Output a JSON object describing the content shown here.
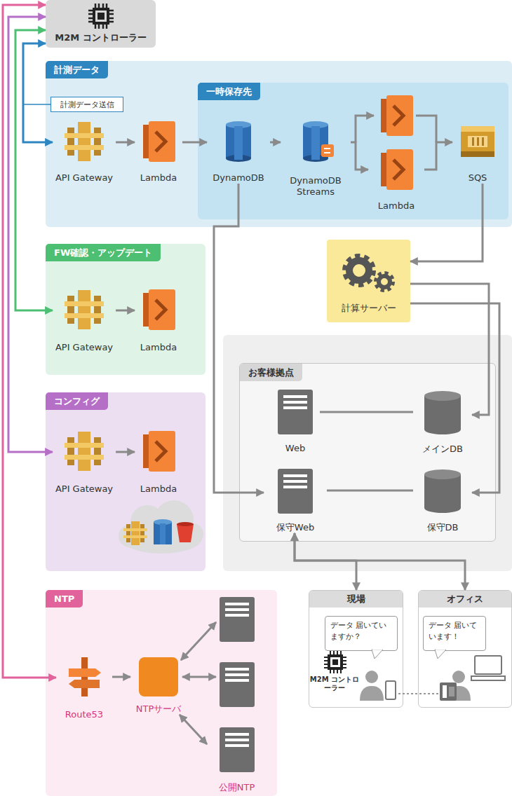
{
  "diagram": {
    "nodes": [
      {
        "text": [
          "M2M コントローラー"
        ]
      },
      {
        "text": [
          "計測データ"
        ]
      },
      {
        "text": [
          "計測データ送信"
        ],
        "in": 1
      },
      {
        "text": [
          "API Gateway"
        ],
        "in": 1
      },
      {
        "text": [
          "Lambda"
        ],
        "in": 1
      },
      {
        "text": [
          "一時保存先"
        ],
        "in": 1
      },
      {
        "text": [
          "DynamoDB"
        ],
        "in": 5
      },
      {
        "text": [
          "DynamoDB Streams"
        ],
        "in": 5
      },
      {
        "text": [
          "Lambda"
        ],
        "in": 5
      },
      {
        "text": [
          "SQS"
        ],
        "in": 5
      },
      {
        "text": [
          "FW確認・アップデート"
        ]
      },
      {
        "text": [
          "API Gateway"
        ],
        "in": 10
      },
      {
        "text": [
          "Lambda"
        ],
        "in": 10
      },
      {
        "text": [
          "コンフィグ"
        ]
      },
      {
        "text": [
          "API Gateway"
        ],
        "in": 13
      },
      {
        "text": [
          "Lambda"
        ],
        "in": 13
      },
      {
        "text": [
          "NTP"
        ]
      },
      {
        "text": [
          "Route53"
        ],
        "in": 16
      },
      {
        "text": [
          "NTPサーバ"
        ],
        "in": 16
      },
      {
        "text": [
          "公開NTP"
        ],
        "in": 16
      },
      {
        "text": [
          "計算サーバー"
        ]
      },
      {
        "text": [
          "お客様拠点"
        ]
      },
      {
        "text": [
          "Web"
        ],
        "in": 21
      },
      {
        "text": [
          "メインDB"
        ],
        "in": 21
      },
      {
        "text": [
          "保守Web"
        ],
        "in": 21
      },
      {
        "text": [
          "保守DB"
        ],
        "in": 21
      },
      {
        "text": [
          "現場"
        ]
      },
      {
        "text": [
          "データ 届いていますか？"
        ],
        "in": 26
      },
      {
        "text": [
          "オフィス"
        ]
      },
      {
        "text": [
          "データ 届いています！"
        ],
        "in": 28
      }
    ],
    "edges": [
      {
        "from": 0,
        "to": 3,
        "arrow": "both"
      },
      {
        "from": 0,
        "to": 11,
        "arrow": "both"
      },
      {
        "from": 0,
        "to": 14,
        "arrow": "both"
      },
      {
        "from": 0,
        "to": 17,
        "arrow": "both"
      },
      {
        "from": 3,
        "to": 4,
        "arrow": "to"
      },
      {
        "from": 4,
        "to": 6,
        "arrow": "to"
      },
      {
        "from": 6,
        "to": 7,
        "arrow": "to"
      },
      {
        "from": 7,
        "to": 8,
        "arrow": "to"
      },
      {
        "from": 8,
        "to": 9,
        "arrow": "to"
      },
      {
        "from": 9,
        "to": 20,
        "arrow": "to"
      },
      {
        "from": 20,
        "to": 23,
        "arrow": "to"
      },
      {
        "from": 20,
        "to": 25,
        "arrow": "to"
      },
      {
        "from": 6,
        "to": 24,
        "arrow": "to"
      },
      {
        "from": 22,
        "to": 23,
        "arrow": "none"
      },
      {
        "from": 24,
        "to": 25,
        "arrow": "none"
      },
      {
        "from": 24,
        "to": 26,
        "arrow": "both"
      },
      {
        "from": 24,
        "to": 28,
        "arrow": "both"
      },
      {
        "from": 17,
        "to": 18,
        "arrow": "to"
      },
      {
        "from": 18,
        "to": 19,
        "arrow": "both"
      },
      {
        "from": 11,
        "to": 12,
        "arrow": "to"
      },
      {
        "from": 14,
        "to": 15,
        "arrow": "to"
      }
    ],
    "labels": [
      "M2M コントローラー"
    ]
  }
}
